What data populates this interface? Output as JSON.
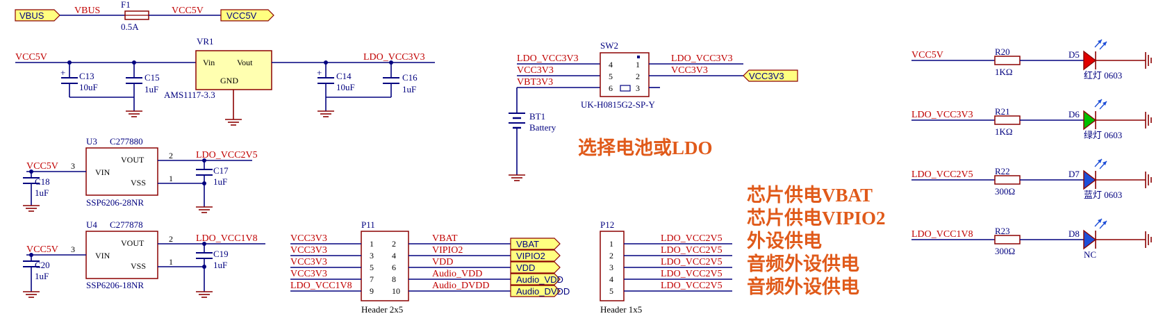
{
  "power_in": {
    "vbus_port": "VBUS",
    "vbus_net": "VBUS",
    "fuse_ref": "F1",
    "fuse_val": "0.5A",
    "vcc5v_net": "VCC5V",
    "vcc5v_port": "VCC5V"
  },
  "ldo33": {
    "in_net": "VCC5V",
    "ref": "VR1",
    "pin_vin": "Vin",
    "pin_vout": "Vout",
    "pin_gnd": "GND",
    "part": "AMS1117-3.3",
    "out_net": "LDO_VCC3V3",
    "c13_ref": "C13",
    "c13_val": "10uF",
    "c15_ref": "C15",
    "c15_val": "1uF",
    "c14_ref": "C14",
    "c14_val": "10uF",
    "c16_ref": "C16",
    "c16_val": "1uF",
    "plus": "+"
  },
  "u3": {
    "ref": "U3",
    "code": "C277880",
    "in_net": "VCC5V",
    "in_pin": "3",
    "pin_vin": "VIN",
    "pin_vout": "VOUT",
    "pin_vss": "VSS",
    "pin2": "2",
    "pin1": "1",
    "out_net": "LDO_VCC2V5",
    "part": "SSP6206-28NR",
    "cin_ref": "C18",
    "cin_val": "1uF",
    "cout_ref": "C17",
    "cout_val": "1uF"
  },
  "u4": {
    "ref": "U4",
    "code": "C277878",
    "in_net": "VCC5V",
    "in_pin": "3",
    "pin_vin": "VIN",
    "pin_vout": "VOUT",
    "pin_vss": "VSS",
    "pin2": "2",
    "pin1": "1",
    "out_net": "LDO_VCC1V8",
    "part": "SSP6206-18NR",
    "cin_ref": "C20",
    "cin_val": "1uF",
    "cout_ref": "C19",
    "cout_val": "1uF"
  },
  "sw2": {
    "ref": "SW2",
    "net_a": "LDO_VCC3V3",
    "net_b": "VCC3V3",
    "net_c": "VBT3V3",
    "net_out1": "LDO_VCC3V3",
    "net_out2": "VCC3V3",
    "pins_left": [
      "4",
      "5",
      "6"
    ],
    "pins_right": [
      "1",
      "2",
      "3"
    ],
    "part": "UK-H0815G2-SP-Y",
    "port": "VCC3V3",
    "bat_ref": "BT1",
    "bat_val": "Battery",
    "note": "选择电池或LDO"
  },
  "p11": {
    "ref": "P11",
    "left_nets": [
      "VCC3V3",
      "VCC3V3",
      "VCC3V3",
      "VCC3V3",
      "LDO_VCC1V8"
    ],
    "pins_left": [
      "1",
      "3",
      "5",
      "7",
      "9"
    ],
    "pins_right": [
      "2",
      "4",
      "6",
      "8",
      "10"
    ],
    "right_nets": [
      "VBAT",
      "VIPIO2",
      "VDD",
      "Audio_VDD",
      "Audio_DVDD"
    ],
    "ports": [
      "VBAT",
      "VIPIO2",
      "VDD",
      "Audio_VDD",
      "Audio_DVDD"
    ],
    "footprint": "Header 2x5"
  },
  "p12": {
    "ref": "P12",
    "pins": [
      "1",
      "2",
      "3",
      "4",
      "5"
    ],
    "nets": [
      "LDO_VCC2V5",
      "LDO_VCC2V5",
      "LDO_VCC2V5",
      "LDO_VCC2V5",
      "LDO_VCC2V5"
    ],
    "footprint": "Header 1x5"
  },
  "notes": [
    "芯片供电VBAT",
    "芯片供电VIPIO2",
    "外设供电",
    "音频外设供电",
    "音频外设供电"
  ],
  "leds": [
    {
      "net": "VCC5V",
      "r_ref": "R20",
      "r_val": "1KΩ",
      "d_ref": "D5",
      "label": "红灯 0603",
      "color": "#e00000"
    },
    {
      "net": "LDO_VCC3V3",
      "r_ref": "R21",
      "r_val": "1KΩ",
      "d_ref": "D6",
      "label": "绿灯 0603",
      "color": "#00c000"
    },
    {
      "net": "LDO_VCC2V5",
      "r_ref": "R22",
      "r_val": "300Ω",
      "d_ref": "D7",
      "label": "蓝灯 0603",
      "color": "#1e4fd8"
    },
    {
      "net": "LDO_VCC1V8",
      "r_ref": "R23",
      "r_val": "300Ω",
      "d_ref": "D8",
      "label": "NC",
      "color": "#1e4fd8"
    }
  ]
}
